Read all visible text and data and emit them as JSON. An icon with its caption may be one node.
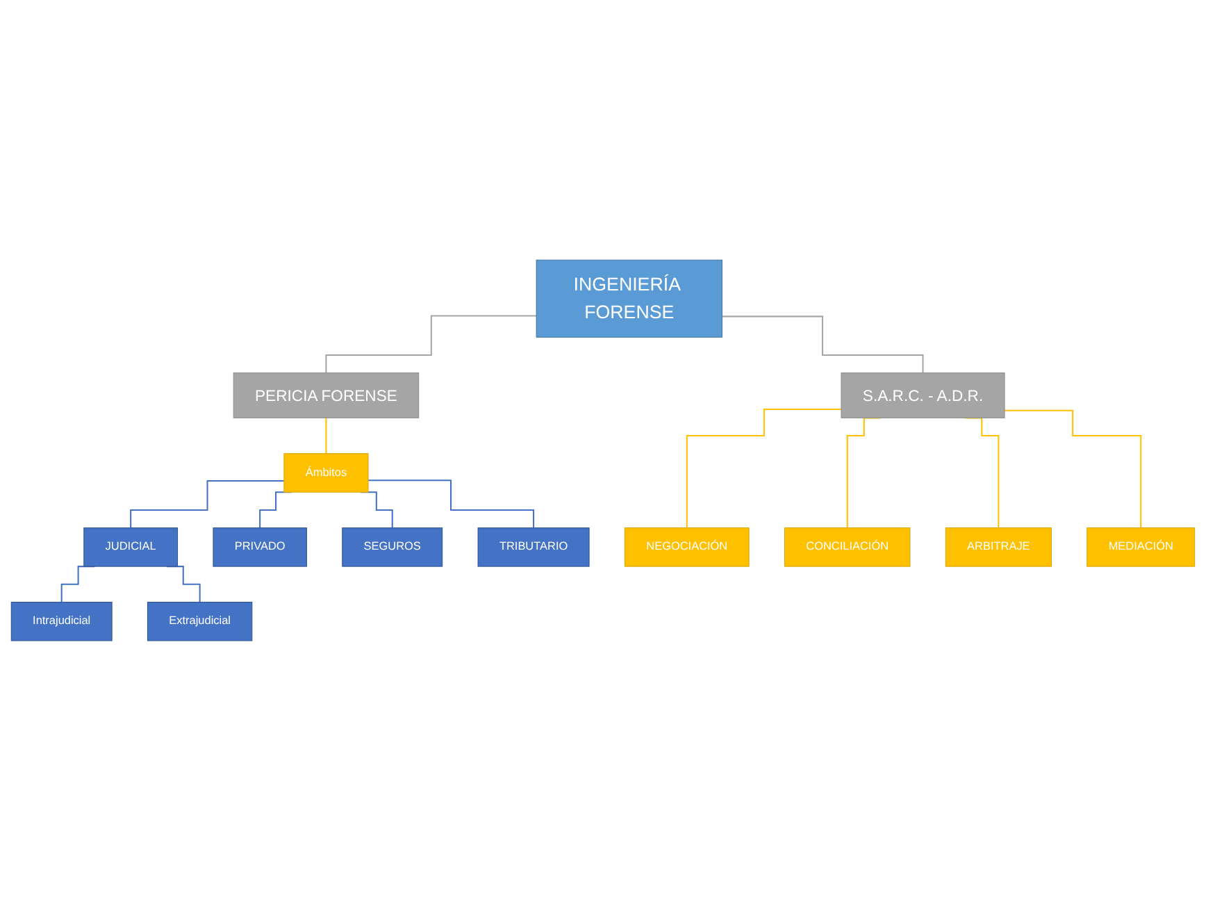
{
  "diagram": {
    "nodes": [
      {
        "text": [
          "INGENIERÍA FORENSE"
        ]
      },
      {
        "text": [
          "PERICIA FORENSE"
        ]
      },
      {
        "text": [
          "S.A.R.C. - A.D.R."
        ]
      },
      {
        "text": [
          "Ámbitos"
        ]
      },
      {
        "text": [
          "JUDICIAL"
        ]
      },
      {
        "text": [
          "PRIVADO"
        ]
      },
      {
        "text": [
          "SEGUROS"
        ]
      },
      {
        "text": [
          "TRIBUTARIO"
        ]
      },
      {
        "text": [
          "Intrajudicial"
        ]
      },
      {
        "text": [
          "Extrajudicial"
        ]
      },
      {
        "text": [
          "NEGOCIACIÓN"
        ]
      },
      {
        "text": [
          "CONCILIACIÓN"
        ]
      },
      {
        "text": [
          "ARBITRAJE"
        ]
      },
      {
        "text": [
          "MEDIACIÓN"
        ]
      }
    ],
    "edges": [
      {
        "from": 0,
        "to": 1,
        "arrow": "none",
        "color": "#a6a6a6"
      },
      {
        "from": 0,
        "to": 2,
        "arrow": "none",
        "color": "#a6a6a6"
      },
      {
        "from": 1,
        "to": 3,
        "arrow": "none",
        "color": "#ffc000"
      },
      {
        "from": 3,
        "to": 4,
        "arrow": "none"
      },
      {
        "from": 3,
        "to": 5,
        "arrow": "none"
      },
      {
        "from": 3,
        "to": 6,
        "arrow": "none"
      },
      {
        "from": 3,
        "to": 7,
        "arrow": "none"
      },
      {
        "from": 4,
        "to": 8,
        "arrow": "none"
      },
      {
        "from": 4,
        "to": 9,
        "arrow": "none"
      },
      {
        "from": 2,
        "to": 10,
        "arrow": "none",
        "color": "#ffc000"
      },
      {
        "from": 2,
        "to": 11,
        "arrow": "none",
        "color": "#ffc000"
      },
      {
        "from": 2,
        "to": 12,
        "arrow": "none",
        "color": "#ffc000"
      },
      {
        "from": 2,
        "to": 13,
        "arrow": "none",
        "color": "#ffc000"
      }
    ]
  }
}
